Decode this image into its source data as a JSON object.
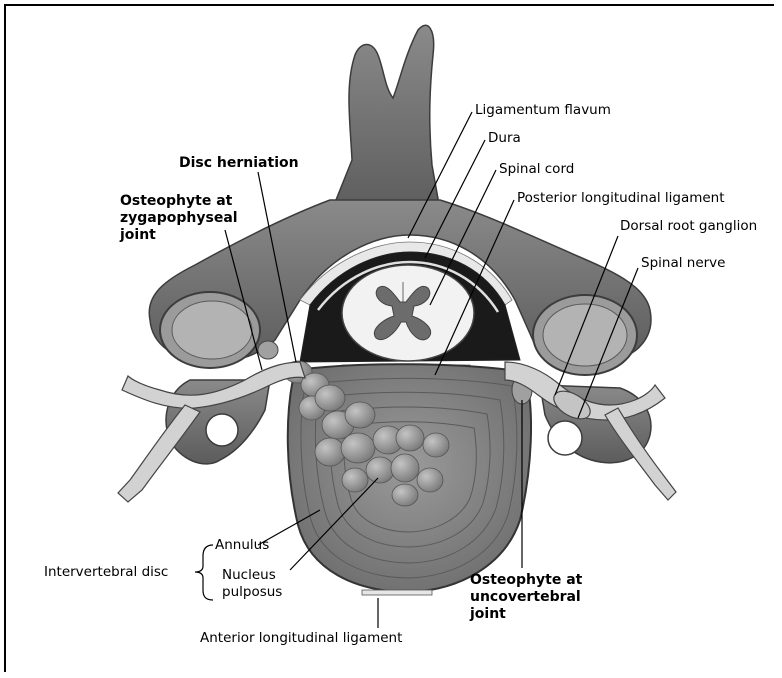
{
  "labels": {
    "ligamentum_flavum": "Ligamentum flavum",
    "dura": "Dura",
    "spinal_cord": "Spinal cord",
    "posterior_longitudinal_ligament": "Posterior longitudinal ligament",
    "dorsal_root_ganglion": "Dorsal root ganglion",
    "spinal_nerve": "Spinal nerve",
    "disc_herniation": "Disc herniation",
    "osteophyte_zygapophyseal_line1": "Osteophyte at",
    "osteophyte_zygapophyseal_line2": "zygapophyseal",
    "osteophyte_zygapophyseal_line3": "joint",
    "annulus": "Annulus",
    "intervertebral_disc": "Intervertebral disc",
    "nucleus_pulposus_line1": "Nucleus",
    "nucleus_pulposus_line2": "pulposus",
    "anterior_longitudinal_ligament": "Anterior longitudinal ligament",
    "osteophyte_uncovertebral_line1": "Osteophyte at",
    "osteophyte_uncovertebral_line2": "uncovertebral",
    "osteophyte_uncovertebral_line3": "joint"
  },
  "colors": {
    "bone": "#7e7e7e",
    "bone_dark": "#4f4f4f",
    "disc": "#8c8c8c",
    "nerve": "#d2d2d2",
    "canal": "#1a1a1a",
    "cord_white": "#f2f2f2",
    "cord_grey": "#6c6c6c",
    "leader_line": "#000000"
  }
}
